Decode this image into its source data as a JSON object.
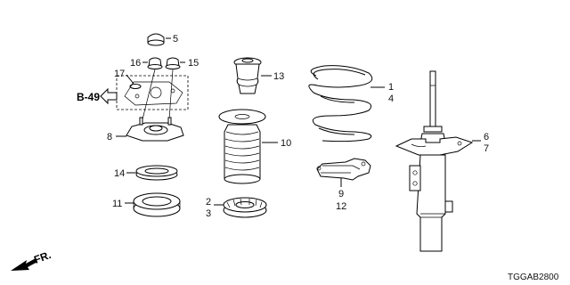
{
  "diagram_code": "TGGAB2800",
  "reference": {
    "label": "B-49"
  },
  "direction": {
    "label": "FR."
  },
  "callouts": {
    "c1": "1",
    "c2": "2",
    "c3": "3",
    "c4": "4",
    "c5": "5",
    "c6": "6",
    "c7": "7",
    "c8": "8",
    "c9": "9",
    "c10": "10",
    "c11": "11",
    "c12": "12",
    "c13": "13",
    "c14": "14",
    "c15": "15",
    "c16": "16",
    "c17": "17"
  }
}
